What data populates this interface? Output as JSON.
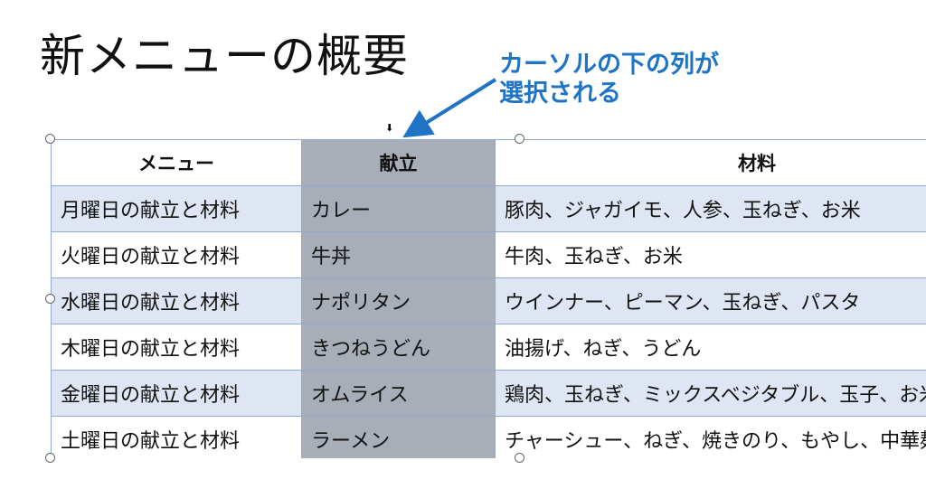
{
  "slide": {
    "title": "新メニューの概要",
    "callout": {
      "line1": "カーソルの下の列が",
      "line2": "選択される"
    },
    "accent_color": "#1f74c6"
  },
  "table": {
    "headers": [
      "メニュー",
      "献立",
      "材料"
    ],
    "selected_column": 1,
    "rows": [
      [
        "月曜日の献立と材料",
        "カレー",
        "豚肉、ジャガイモ、人参、玉ねぎ、お米"
      ],
      [
        "火曜日の献立と材料",
        "牛丼",
        "牛肉、玉ねぎ、お米"
      ],
      [
        "水曜日の献立と材料",
        "ナポリタン",
        "ウインナー、ピーマン、玉ねぎ、パスタ"
      ],
      [
        "木曜日の献立と材料",
        "きつねうどん",
        "油揚げ、ねぎ、うどん"
      ],
      [
        "金曜日の献立と材料",
        "オムライス",
        "鶏肉、玉ねぎ、ミックスベジタブル、玉子、お米"
      ],
      [
        "土曜日の献立と材料",
        "ラーメン",
        "チャーシュー、ねぎ、焼きのり、もやし、中華麺"
      ]
    ]
  },
  "icons": {
    "column_select_cursor": "down-arrow-icon"
  }
}
